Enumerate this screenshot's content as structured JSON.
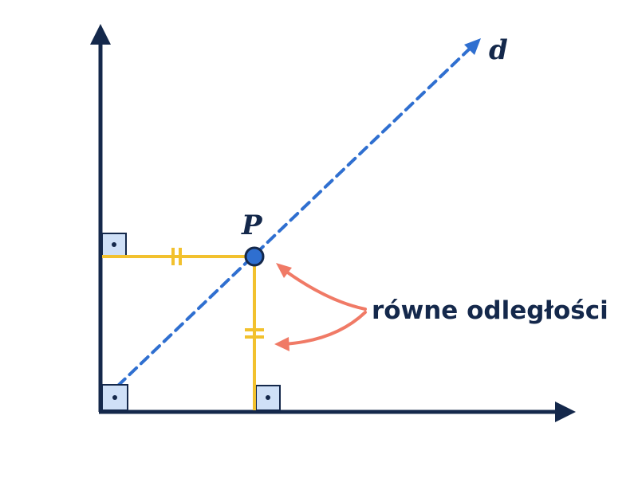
{
  "labels": {
    "line": "d",
    "point": "P",
    "annotation": "równe odległości"
  },
  "colors": {
    "axis": "#14284b",
    "bisector": "#2f6fd0",
    "distance": "#f2c12e",
    "arrow": "#f07a66",
    "right_angle_fill": "#cfe0f7",
    "right_angle_stroke": "#14284b",
    "point_fill": "#2f6fd0",
    "point_stroke": "#14284b"
  },
  "icons": {
    "equal_tick": "double-tick-mark",
    "right_angle": "right-angle-marker"
  }
}
